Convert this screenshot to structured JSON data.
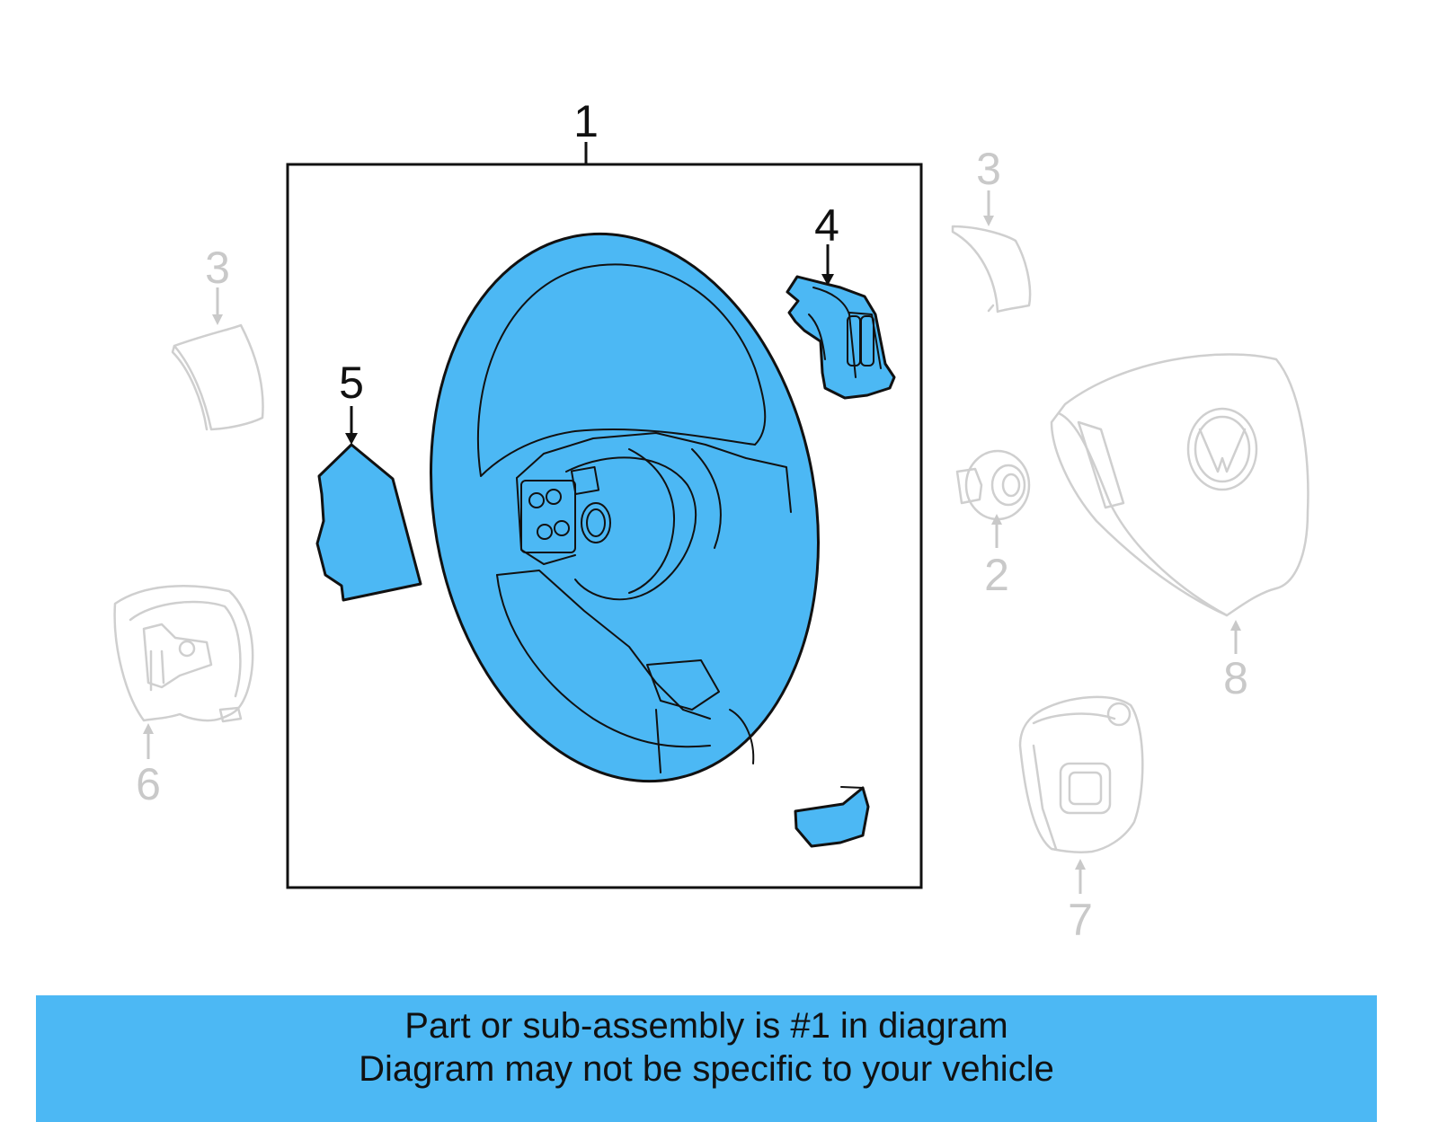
{
  "diagram": {
    "callouts": {
      "c1": "1",
      "c2": "2",
      "c3a": "3",
      "c3b": "3",
      "c4": "4",
      "c5": "5",
      "c6": "6",
      "c7": "7",
      "c8": "8"
    },
    "colors": {
      "highlight": "#4cb8f4",
      "outline": "#111111",
      "ghost": "#cfcfcf"
    }
  },
  "banner": {
    "line1": "Part or sub-assembly is #1 in diagram",
    "line2": "Diagram may not be specific to your vehicle"
  }
}
